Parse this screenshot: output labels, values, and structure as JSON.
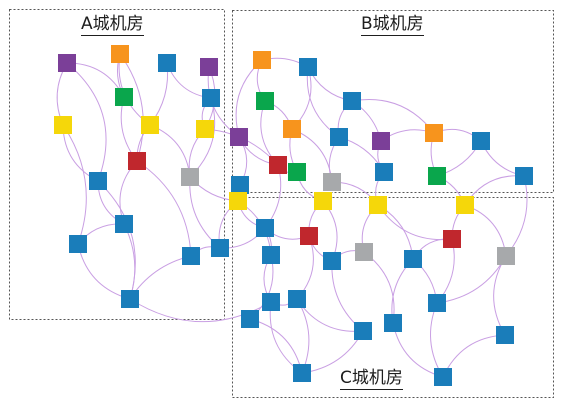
{
  "regions": {
    "a_label": "A城机房",
    "b_label": "B城机房",
    "c_label": "C城机房"
  },
  "node_colors": {
    "purple": "#7b3f98",
    "orange": "#f7941d",
    "blue": "#1a7dba",
    "green": "#0aa64c",
    "yellow": "#f5d70a",
    "red": "#c0272d",
    "gray": "#a7a9ab"
  },
  "link_color": "#c99fe3",
  "border_color": "#555555"
}
